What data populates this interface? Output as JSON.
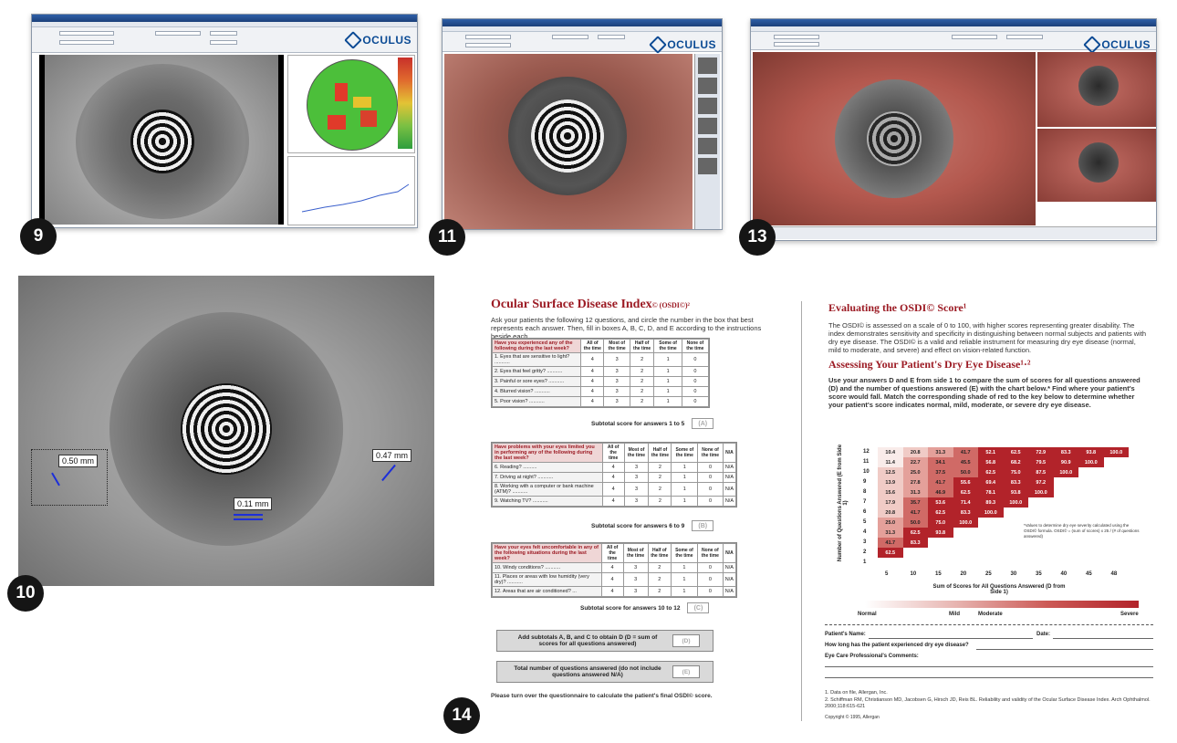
{
  "panels": {
    "p9": {
      "badge": "9",
      "logo": "OCULUS"
    },
    "p11": {
      "badge": "11",
      "logo": "OCULUS"
    },
    "p13": {
      "badge": "13",
      "logo": "OCULUS"
    },
    "p10": {
      "badge": "10",
      "measure_left": "0.50 mm",
      "measure_right": "0.47 mm",
      "measure_bottom": "0.11 mm"
    },
    "p14": {
      "badge": "14"
    }
  },
  "osdi": {
    "title": "Ocular Surface Disease Index",
    "title_sup": "© (OSDI©)²",
    "intro": "Ask your patients the following 12 questions, and circle the number in the box that best represents each answer. Then, fill in boxes A, B, C, D, and E according to the instructions beside each.",
    "col_headers": [
      "All of the time",
      "Most of the time",
      "Half of the time",
      "Some of the time",
      "None of the time"
    ],
    "na": "N/A",
    "scores": [
      "4",
      "3",
      "2",
      "1",
      "0"
    ],
    "section1": {
      "heading": "Have you experienced any of the following during the last week?",
      "items": [
        "1. Eyes that are sensitive to light? ...........",
        "2. Eyes that feel gritty? ...........",
        "3. Painful or sore eyes? ...........",
        "4. Blurred vision? ...........",
        "5. Poor vision? ..........."
      ],
      "subtotal": "Subtotal score for answers 1 to 5",
      "box": "(A)"
    },
    "section2": {
      "heading": "Have problems with your eyes limited you in performing any of the following during the last week?",
      "items": [
        "6. Reading? ..........",
        "7. Driving at night? ...........",
        "8. Working with a computer or bank machine (ATM)? ...........",
        "9. Watching TV? ..........."
      ],
      "subtotal": "Subtotal score for answers 6 to 9",
      "box": "(B)"
    },
    "section3": {
      "heading": "Have your eyes felt uncomfortable in any of the following situations during the last week?",
      "items": [
        "10. Windy conditions? ...........",
        "11. Places or areas with low humidity (very dry)? ...........",
        "12. Areas that are air conditioned? ..."
      ],
      "subtotal": "Subtotal score for answers 10 to 12",
      "box": "(C)"
    },
    "sum_d": "Add subtotals A, B, and C to obtain D (D = sum of scores for all questions answered)",
    "box_d": "(D)",
    "sum_e": "Total number of questions answered (do not include questions answered N/A)",
    "box_e": "(E)",
    "footer": "Please turn over the questionnaire to calculate the patient's final OSDI© score."
  },
  "evaluate": {
    "title": "Evaluating the OSDI© Score¹",
    "body": "The OSDI© is assessed on a scale of 0 to 100, with higher scores representing greater disability. The index demonstrates sensitivity and specificity in distinguishing between normal subjects and patients with dry eye disease. The OSDI© is a valid and reliable instrument for measuring dry eye disease (normal, mild to moderate, and severe) and effect on vision-related function.",
    "title2": "Assessing Your Patient's Dry Eye Disease¹·²",
    "body2": "Use your answers D and E from side 1 to compare the sum of scores for all questions answered (D) and the number of questions answered (E) with the chart below.* Find where your patient's score would fall. Match the corresponding shade of red to the key below to determine whether your patient's score indicates normal, mild, moderate, or severe dry eye disease.",
    "ylabel": "Number of Questions Answered (E from Side 1)",
    "xlabel": "Sum of Scores for All Questions Answered (D from Side 1)",
    "xticks": [
      "5",
      "10",
      "15",
      "20",
      "25",
      "30",
      "35",
      "40",
      "45",
      "48"
    ],
    "yticks": [
      "12",
      "11",
      "10",
      "9",
      "8",
      "7",
      "6",
      "5",
      "4",
      "3",
      "2",
      "1"
    ],
    "rows": [
      [
        "10.4",
        "20.8",
        "31.3",
        "41.7",
        "52.1",
        "62.5",
        "72.9",
        "83.3",
        "93.8",
        "100.0"
      ],
      [
        "11.4",
        "22.7",
        "34.1",
        "45.5",
        "56.8",
        "68.2",
        "79.5",
        "90.9",
        "100.0"
      ],
      [
        "12.5",
        "25.0",
        "37.5",
        "50.0",
        "62.5",
        "75.0",
        "87.5",
        "100.0"
      ],
      [
        "13.9",
        "27.8",
        "41.7",
        "55.6",
        "69.4",
        "83.3",
        "97.2"
      ],
      [
        "15.6",
        "31.3",
        "46.9",
        "62.5",
        "78.1",
        "93.8",
        "100.0"
      ],
      [
        "17.9",
        "35.7",
        "53.6",
        "71.4",
        "89.3",
        "100.0"
      ],
      [
        "20.8",
        "41.7",
        "62.5",
        "83.3",
        "100.0"
      ],
      [
        "25.0",
        "50.0",
        "75.0",
        "100.0"
      ],
      [
        "31.3",
        "62.5",
        "93.8"
      ],
      [
        "41.7",
        "83.3"
      ],
      [
        "62.5"
      ],
      []
    ],
    "footnote": "*Values to determine dry eye severity calculated using the OSDI© formula. OSDI© = (sum of scores) x 25 / (# of questions answered)",
    "key": [
      "Normal",
      "Mild",
      "Moderate",
      "Severe"
    ],
    "patient_name": "Patient's Name:",
    "date": "Date:",
    "how_long": "How long has the patient experienced dry eye disease?",
    "comments": "Eye Care Professional's Comments:",
    "refs": [
      "1. Data on file, Allergan, Inc.",
      "2. Schiffman RM, Christianson MD, Jacobsen G, Hirsch JD, Reis BL. Reliability and validity of the Ocular Surface Disease Index. Arch Ophthalmol. 2000;118:615-621"
    ],
    "copyright": "Copyright © 1995, Allergan"
  }
}
